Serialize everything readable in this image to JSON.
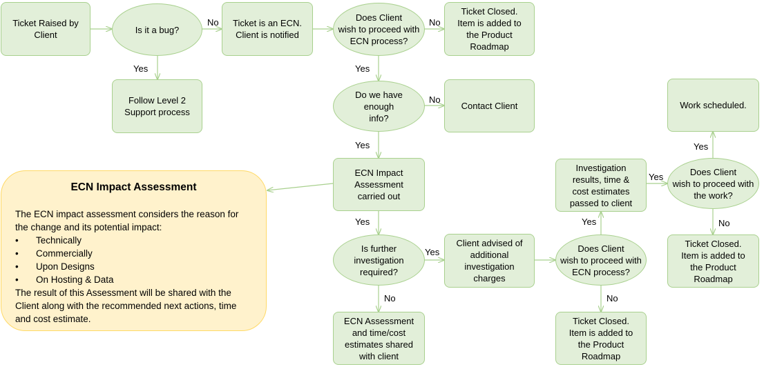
{
  "nodes": {
    "ticket_raised": "Ticket Raised by\nClient",
    "is_bug": "Is it a bug?",
    "ticket_ecn": "Ticket is an ECN.\nClient is notified",
    "proceed_ecn_1": "Does Client\nwish to proceed with\nECN process?",
    "closed_1": "Ticket Closed.\nItem is added to\nthe Product\nRoadmap",
    "level2": "Follow Level 2\nSupport process",
    "enough_info": "Do we have\nenough\ninfo?",
    "contact_client": "Contact Client",
    "impact_carried": "ECN Impact\nAssessment\ncarried out",
    "further_inv": "Is further\ninvestigation\nrequired?",
    "client_advised": "Client advised of\nadditional\ninvestigation\ncharges",
    "proceed_ecn_2": "Does Client\nwish to proceed with\nECN process?",
    "inv_results": "Investigation\nresults, time &\ncost estimates\npassed to client",
    "proceed_work": "Does Client\nwish to proceed with\nthe work?",
    "work_scheduled": "Work scheduled.",
    "closed_3": "Ticket Closed.\nItem is added to\nthe Product\nRoadmap",
    "closed_2": "Ticket Closed.\nItem is added to\nthe Product\nRoadmap",
    "assessment_shared": "ECN Assessment\nand time/cost\nestimates shared\nwith client"
  },
  "edge_labels": {
    "bug_no": "No",
    "bug_yes": "Yes",
    "proceed1_no": "No",
    "proceed1_yes": "Yes",
    "info_no": "No",
    "info_yes": "Yes",
    "impact_yes": "Yes",
    "further_yes": "Yes",
    "further_no": "No",
    "proceed2_yes": "Yes",
    "proceed2_no": "No",
    "work_yes_right": "Yes",
    "work_yes_up": "Yes",
    "work_no": "No"
  },
  "impact_assessment": {
    "title": "ECN Impact Assessment",
    "intro": "The ECN impact assessment considers the reason for the change and its potential impact:",
    "items": [
      "Technically",
      "Commercially",
      "Upon Designs",
      "On Hosting & Data"
    ],
    "outro": "The result of this Assessment will be shared with the Client along with the recommended  next actions, time and cost estimate."
  },
  "colors": {
    "node_fill": "#e2efd9",
    "node_border": "#a8d08d",
    "callout_fill": "#fff2cc",
    "callout_border": "#ffd966",
    "arrow": "#a8d08d"
  }
}
